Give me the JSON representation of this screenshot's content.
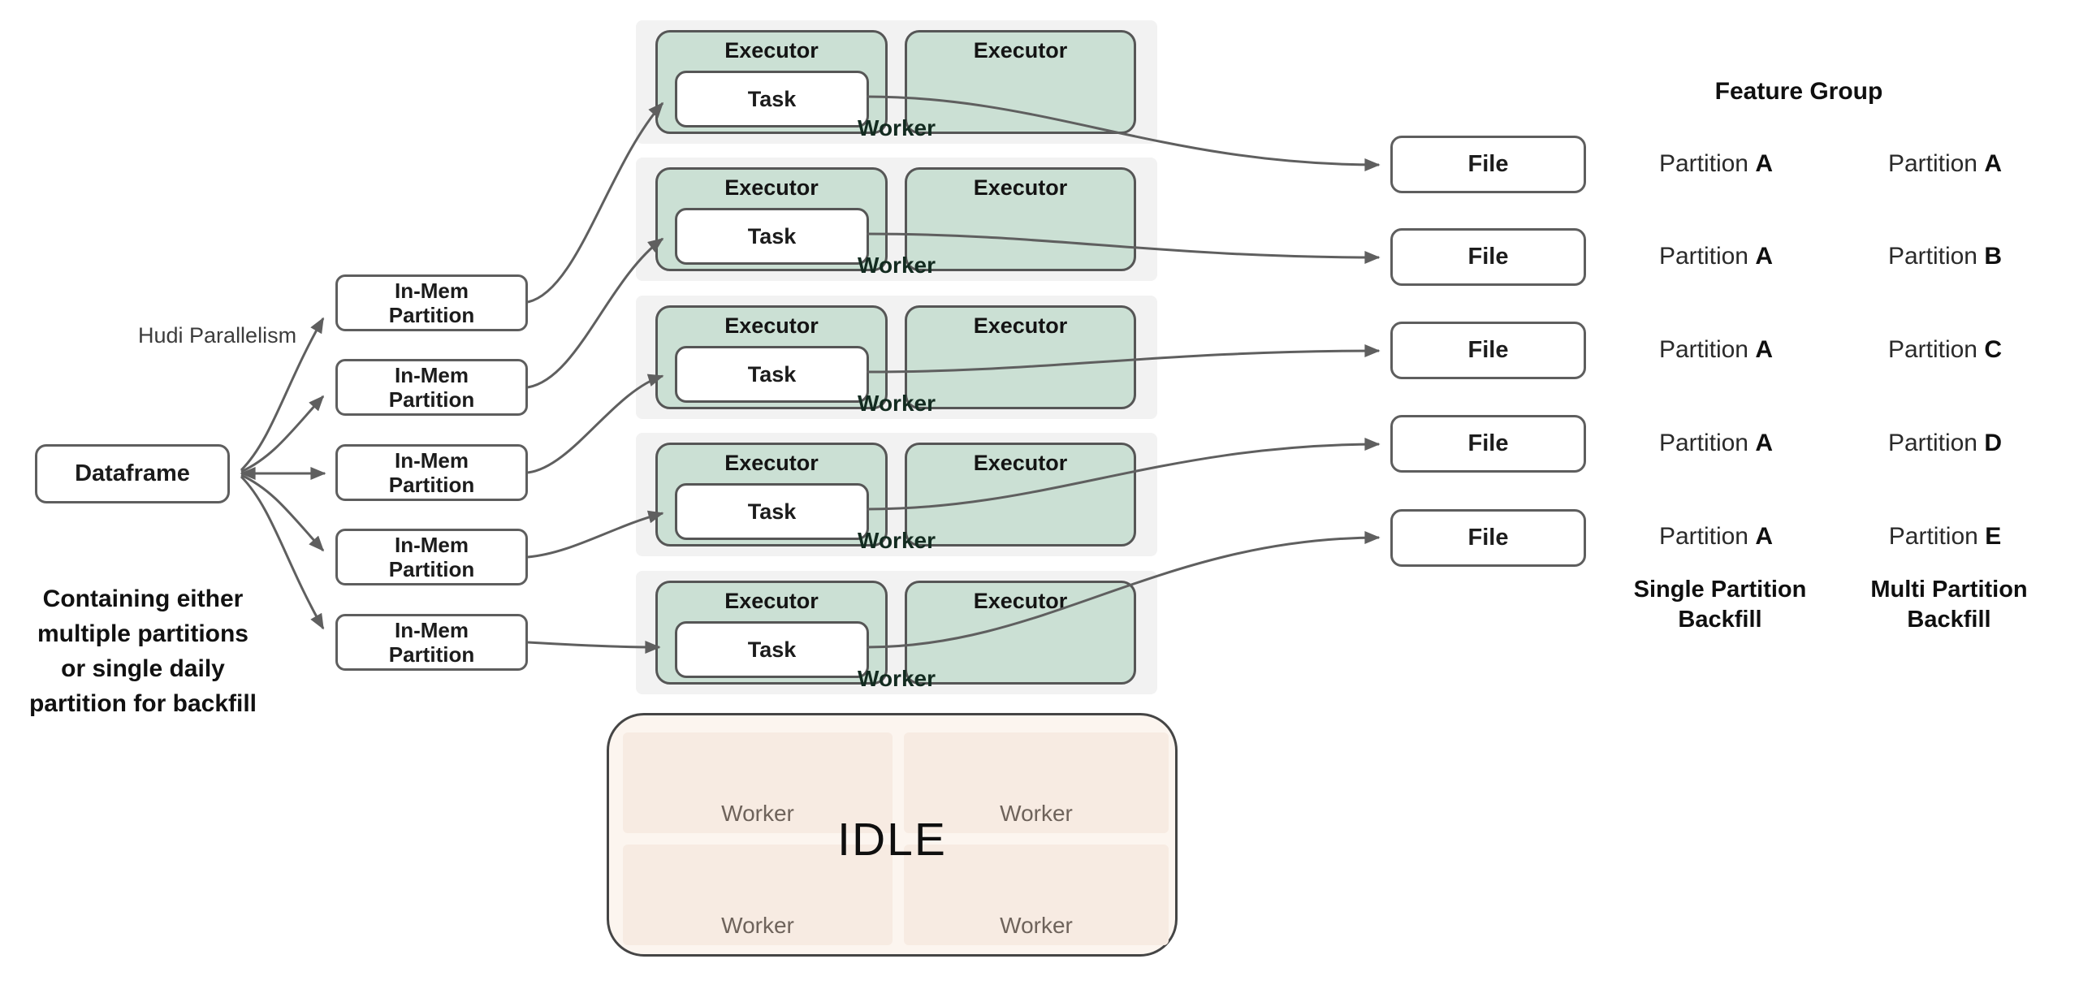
{
  "diagram": {
    "dataframe_label": "Dataframe",
    "dataframe_caption": {
      "line1": "Containing either",
      "line2": "multiple partitions",
      "line3": "or single daily",
      "line4": "partition for backfill"
    },
    "hudi_label": "Hudi Parallelism",
    "inmem": {
      "line1": "In-Mem",
      "line2": "Partition"
    },
    "worker": {
      "label": "Worker",
      "executor_label": "Executor",
      "task_label": "Task"
    },
    "file_label": "File",
    "feature_group_title": "Feature Group",
    "partition_word": "Partition",
    "rows": [
      {
        "single": "A",
        "multi": "A"
      },
      {
        "single": "A",
        "multi": "B"
      },
      {
        "single": "A",
        "multi": "C"
      },
      {
        "single": "A",
        "multi": "D"
      },
      {
        "single": "A",
        "multi": "E"
      }
    ],
    "backfill": {
      "single": {
        "line1": "Single Partition",
        "line2": "Backfill"
      },
      "multi": {
        "line1": "Multi Partition",
        "line2": "Backfill"
      }
    },
    "idle": {
      "label": "IDLE",
      "worker_label": "Worker"
    },
    "colors": {
      "executor_green": "#cbe0d4",
      "worker_group_gray": "#f2f2f2",
      "idle_background": "#fcf5ef",
      "idle_quadrant": "#f7ebe2",
      "connector_gray": "#5f5f5f",
      "worker_label_green": "#132b20",
      "idle_worker_text": "#6e635b",
      "box_border": "#5e5e5e"
    }
  }
}
